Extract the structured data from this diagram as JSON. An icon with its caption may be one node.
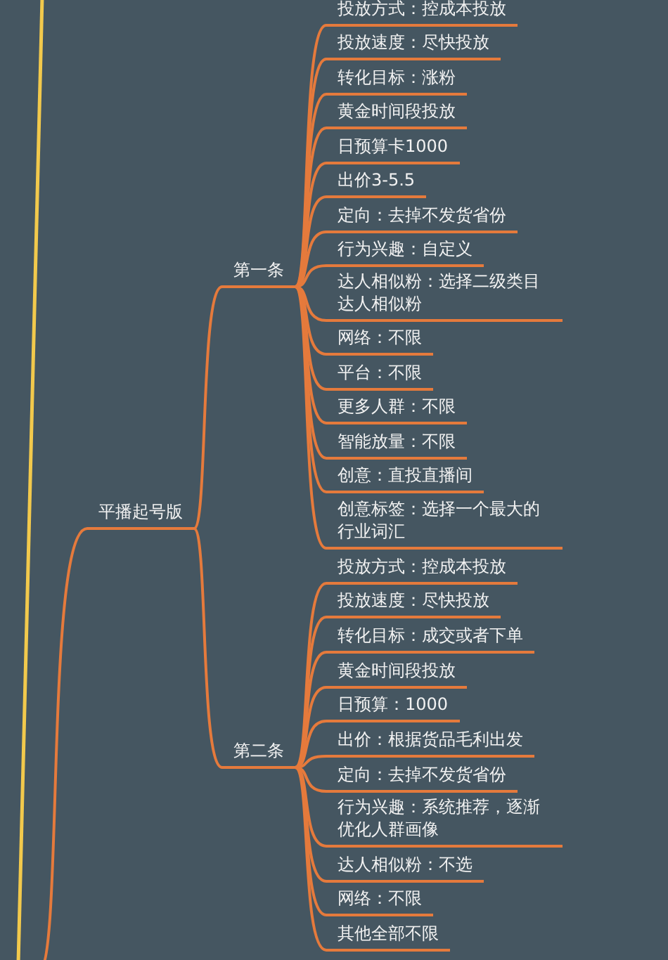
{
  "diagram": {
    "nodes": [
      {
        "text": [
          "平播起号版"
        ]
      },
      {
        "text": [
          "第一条"
        ]
      },
      {
        "text": [
          "投放方式：控成本投放"
        ]
      },
      {
        "text": [
          "投放速度：尽快投放"
        ]
      },
      {
        "text": [
          "转化目标：涨粉"
        ]
      },
      {
        "text": [
          "黄金时间段投放"
        ]
      },
      {
        "text": [
          "日预算卡1000"
        ]
      },
      {
        "text": [
          "出价3-5.5"
        ]
      },
      {
        "text": [
          "定向：去掉不发货省份"
        ]
      },
      {
        "text": [
          "行为兴趣：自定义"
        ]
      },
      {
        "text": [
          "达人相似粉：选择二级类目达人相似粉"
        ]
      },
      {
        "text": [
          "网络：不限"
        ]
      },
      {
        "text": [
          "平台：不限"
        ]
      },
      {
        "text": [
          "更多人群：不限"
        ]
      },
      {
        "text": [
          "智能放量：不限"
        ]
      },
      {
        "text": [
          "创意：直投直播间"
        ]
      },
      {
        "text": [
          "创意标签：选择一个最大的行业词汇"
        ]
      },
      {
        "text": [
          "第二条"
        ]
      },
      {
        "text": [
          "投放方式：控成本投放"
        ]
      },
      {
        "text": [
          "投放速度：尽快投放"
        ]
      },
      {
        "text": [
          "转化目标：成交或者下单"
        ]
      },
      {
        "text": [
          "黄金时间段投放"
        ]
      },
      {
        "text": [
          "日预算：1000"
        ]
      },
      {
        "text": [
          "出价：根据货品毛利出发"
        ]
      },
      {
        "text": [
          "定向：去掉不发货省份"
        ]
      },
      {
        "text": [
          "行为兴趣：系统推荐，逐渐优化人群画像"
        ]
      },
      {
        "text": [
          "达人相似粉：不选"
        ]
      },
      {
        "text": [
          "网络：不限"
        ]
      },
      {
        "text": [
          "其他全部不限"
        ]
      }
    ],
    "edges": [
      {
        "from": null,
        "to": 0,
        "arrow": "none"
      },
      {
        "from": 0,
        "to": 1,
        "arrow": "none"
      },
      {
        "from": 1,
        "to": 2,
        "arrow": "none"
      },
      {
        "from": 1,
        "to": 3,
        "arrow": "none"
      },
      {
        "from": 1,
        "to": 4,
        "arrow": "none"
      },
      {
        "from": 1,
        "to": 5,
        "arrow": "none"
      },
      {
        "from": 1,
        "to": 6,
        "arrow": "none"
      },
      {
        "from": 1,
        "to": 7,
        "arrow": "none"
      },
      {
        "from": 1,
        "to": 8,
        "arrow": "none"
      },
      {
        "from": 1,
        "to": 9,
        "arrow": "none"
      },
      {
        "from": 1,
        "to": 10,
        "arrow": "none"
      },
      {
        "from": 1,
        "to": 11,
        "arrow": "none"
      },
      {
        "from": 1,
        "to": 12,
        "arrow": "none"
      },
      {
        "from": 1,
        "to": 13,
        "arrow": "none"
      },
      {
        "from": 1,
        "to": 14,
        "arrow": "none"
      },
      {
        "from": 1,
        "to": 15,
        "arrow": "none"
      },
      {
        "from": 1,
        "to": 16,
        "arrow": "none"
      },
      {
        "from": 0,
        "to": 17,
        "arrow": "none"
      },
      {
        "from": 17,
        "to": 18,
        "arrow": "none"
      },
      {
        "from": 17,
        "to": 19,
        "arrow": "none"
      },
      {
        "from": 17,
        "to": 20,
        "arrow": "none"
      },
      {
        "from": 17,
        "to": 21,
        "arrow": "none"
      },
      {
        "from": 17,
        "to": 22,
        "arrow": "none"
      },
      {
        "from": 17,
        "to": 23,
        "arrow": "none"
      },
      {
        "from": 17,
        "to": 24,
        "arrow": "none"
      },
      {
        "from": 17,
        "to": 25,
        "arrow": "none"
      },
      {
        "from": 17,
        "to": 26,
        "arrow": "none"
      },
      {
        "from": 17,
        "to": 27,
        "arrow": "none"
      },
      {
        "from": 17,
        "to": 28,
        "arrow": "none"
      }
    ]
  }
}
